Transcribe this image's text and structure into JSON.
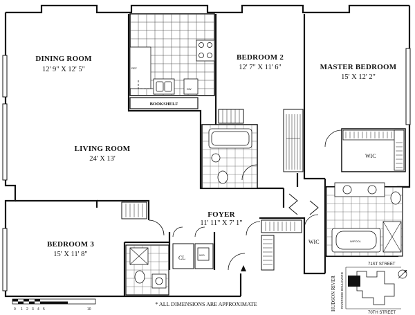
{
  "rooms": {
    "dining": {
      "name": "DINING ROOM",
      "dims": "12' 9\" X 12' 5\""
    },
    "living": {
      "name": "LIVING ROOM",
      "dims": "24' X 13'"
    },
    "bedroom2": {
      "name": "BEDROOM 2",
      "dims": "12' 7\" X 11' 6\""
    },
    "master": {
      "name": "MASTER BEDROOM",
      "dims": "15' X 12' 2\""
    },
    "bedroom3": {
      "name": "BEDROOM 3",
      "dims": "15' X 11' 8\""
    },
    "foyer": {
      "name": "FOYER",
      "dims": "11' 11\" X 7' 1\""
    }
  },
  "labels": {
    "bookshelf": "BOOKSHELF",
    "wic_master": "WIC",
    "wic_hall": "WIC",
    "closet": "CL",
    "ref": "REF",
    "dw": "DW",
    "wd": "W/D",
    "whirlpool": "W/POOL"
  },
  "note": "* ALL DIMENSIONS ARE APPROXIMATE",
  "location": {
    "river": "HUDSON RIVER",
    "boulevard": "RIVERSIDE BOULEVARD",
    "street_north": "71ST STREET",
    "street_south": "70TH STREET"
  },
  "scale": {
    "ticks": [
      "0",
      "1",
      "2",
      "3",
      "4",
      "5",
      "10"
    ]
  }
}
